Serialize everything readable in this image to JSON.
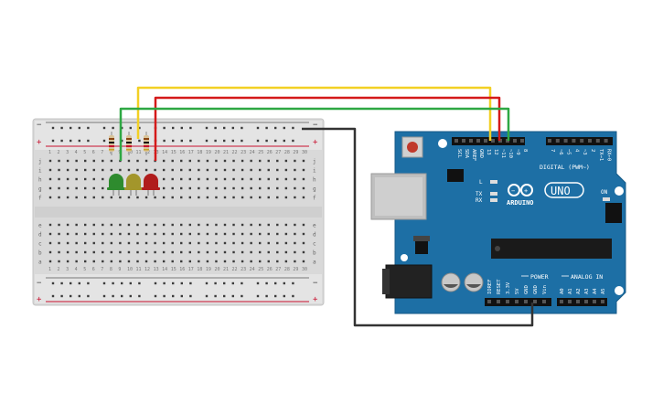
{
  "breadboard": {
    "columns": 30,
    "top_rows": [
      "j",
      "i",
      "h",
      "g",
      "f"
    ],
    "bottom_rows": [
      "e",
      "d",
      "c",
      "b",
      "a"
    ],
    "rail_plus": "+",
    "rail_minus": "−",
    "column_numbers": [
      "1",
      "2",
      "3",
      "4",
      "5",
      "6",
      "7",
      "8",
      "9",
      "10",
      "11",
      "12",
      "13",
      "14",
      "15",
      "16",
      "17",
      "18",
      "19",
      "20",
      "21",
      "22",
      "23",
      "24",
      "25",
      "26",
      "27",
      "28",
      "29",
      "30"
    ],
    "colors": {
      "board": "#d9d9d9",
      "rail_red": "#c8102e",
      "hole": "#3a3a3a"
    }
  },
  "leds": [
    {
      "name": "green-led",
      "color": "#2e8b2e"
    },
    {
      "name": "yellow-led",
      "color": "#a3962b"
    },
    {
      "name": "red-led",
      "color": "#b01c1c"
    }
  ],
  "wires": {
    "yellow": "#f2d024",
    "red": "#d41a1a",
    "green": "#2ea843",
    "black": "#333333"
  },
  "arduino": {
    "brand": "ARDUINO",
    "model": "UNO",
    "digital_label": "DIGITAL (PWM~)",
    "digital_pins": [
      "SCL",
      "SDA",
      "AREF",
      "GND",
      "13",
      "12",
      "~11",
      "~10",
      "~9",
      "8",
      "7",
      "~6",
      "~5",
      "4",
      "~3",
      "2",
      "TX→1",
      "RX←0"
    ],
    "power_label": "POWER",
    "power_pins": [
      "IOREF",
      "RESET",
      "3.3V",
      "5V",
      "GND",
      "GND",
      "Vin"
    ],
    "analog_label": "ANALOG IN",
    "analog_pins": [
      "A0",
      "A1",
      "A2",
      "A3",
      "A4",
      "A5"
    ],
    "led_labels": [
      "L",
      "TX",
      "RX"
    ],
    "on_label": "ON",
    "board_color": "#1d6fa5"
  }
}
